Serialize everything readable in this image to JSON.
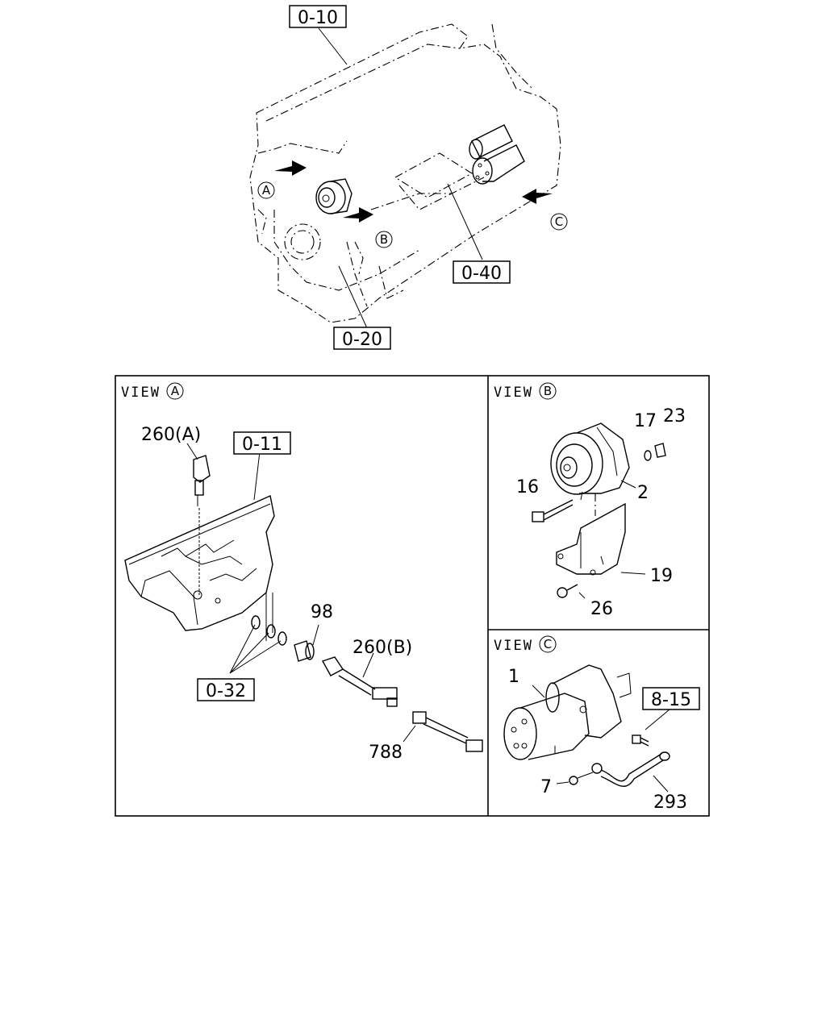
{
  "overview": {
    "refs": {
      "r010": "0-10",
      "r020": "0-20",
      "r040": "0-40"
    },
    "markers": {
      "a": "A",
      "b": "B",
      "c": "C"
    }
  },
  "view_a": {
    "title": "VIEW",
    "marker": "A",
    "labels": {
      "p260a": "260(A)",
      "r011": "0-11",
      "p98": "98",
      "p260b": "260(B)",
      "r032": "0-32",
      "p788": "788"
    }
  },
  "view_b": {
    "title": "VIEW",
    "marker": "B",
    "labels": {
      "p17": "17",
      "p23": "23",
      "p16": "16",
      "p2": "2",
      "p19": "19",
      "p26": "26"
    }
  },
  "view_c": {
    "title": "VIEW",
    "marker": "C",
    "labels": {
      "p1": "1",
      "r815": "8-15",
      "p7": "7",
      "p293": "293"
    }
  }
}
